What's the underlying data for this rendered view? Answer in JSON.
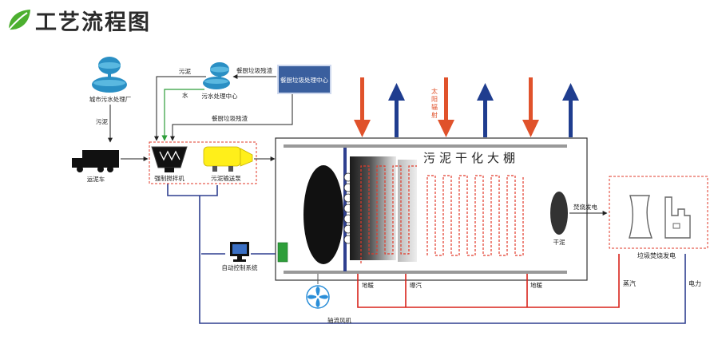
{
  "header": {
    "title": "工艺流程图"
  },
  "diagram": {
    "labels": {
      "city_plant": "城市污水处理厂",
      "sludge_left": "污泥",
      "truck": "运泥车",
      "mixer": "强制搅拌机",
      "pump": "污泥输送泵",
      "sludge_top": "污泥",
      "water": "水",
      "wwtp": "污水处理中心",
      "kitchen_residue_top": "餐厨垃圾残渣",
      "kitchen_center": "餐厨垃圾处理中心",
      "kitchen_residue_mid": "餐厨垃圾残渣",
      "solar": "太阳辐射",
      "greenhouse": "污泥干化大棚",
      "dry_sludge": "干泥",
      "burn_power": "焚烧发电",
      "incinerator": "垃圾焚烧发电",
      "auto_control": "自动控制系统",
      "floor_heat_left": "地暖",
      "aeration": "曝汽",
      "floor_heat_right": "地暖",
      "steam": "蒸汽",
      "power": "电力",
      "axial_fan": "轴流风机"
    },
    "colors": {
      "logo_green": "#4caf2f",
      "line_blue": "#2e3f8f",
      "arrow_red": "#e0522b",
      "arrow_blue": "#1f3d8f",
      "kitchen_box": "#3a5f9e",
      "mixer_green": "#2e9e3a",
      "pump_yellow": "#ffef1a",
      "steam_red": "#d9221a",
      "dashed_red": "#e23a2a",
      "blade_blue": "#2a8ed8"
    },
    "icons": [
      "leaf-logo-icon",
      "water-tower-icon",
      "truck-icon",
      "computer-icon",
      "cooling-tower-icon",
      "factory-icon",
      "fan-icon"
    ]
  }
}
